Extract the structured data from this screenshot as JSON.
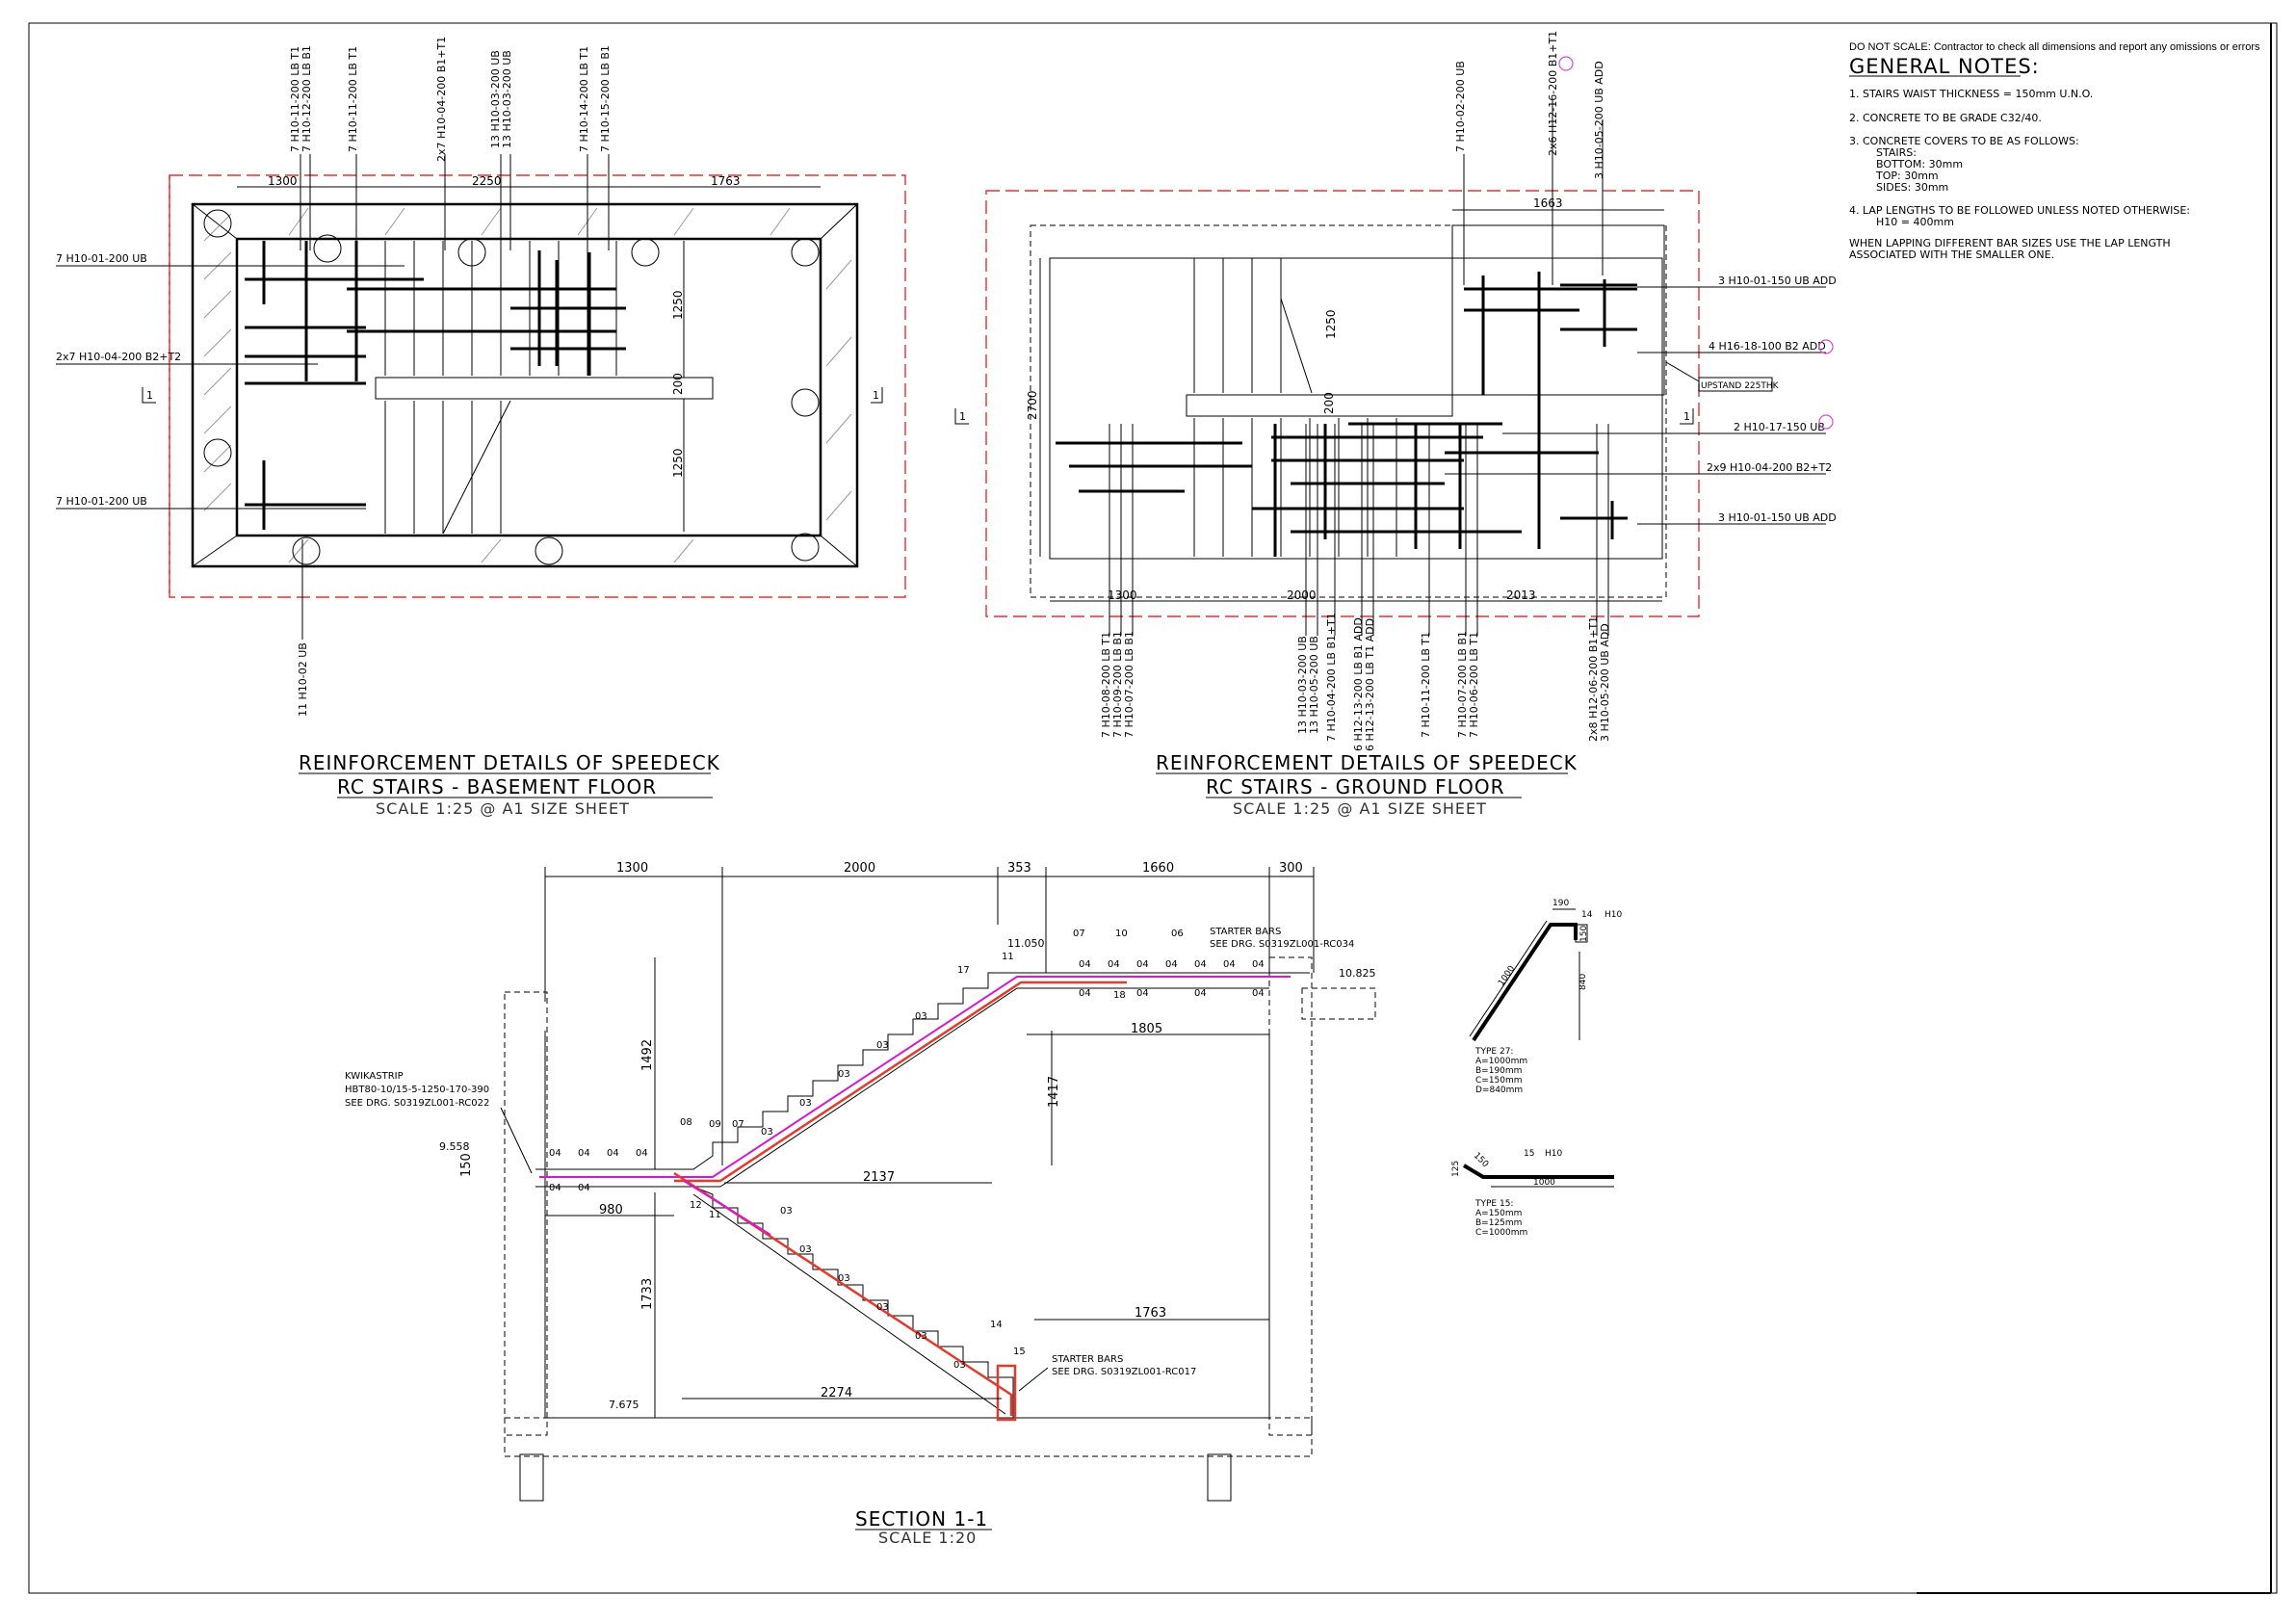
{
  "disclaimer": "DO NOT SCALE: Contractor to check all dimensions and report any omissions or errors",
  "general_notes": {
    "heading": "GENERAL NOTES:",
    "items": [
      "1. STAIRS WAIST THICKNESS   = 150mm U.N.O.",
      "2. CONCRETE TO BE GRADE C32/40.",
      "3. CONCRETE COVERS TO BE AS FOLLOWS:",
      "STAIRS:",
      "BOTTOM:  30mm",
      "TOP:     30mm",
      "SIDES:   30mm",
      "4. LAP LENGTHS TO BE FOLLOWED UNLESS NOTED OTHERWISE:",
      "H10 = 400mm",
      "WHEN LAPPING DIFFERENT BAR SIZES USE THE LAP LENGTH",
      "ASSOCIATED WITH THE SMALLER ONE."
    ]
  },
  "basement": {
    "title1": "REINFORCEMENT DETAILS OF SPEEDECK",
    "title2": "RC STAIRS - BASEMENT FLOOR",
    "scale": "SCALE 1:25 @ A1 SIZE SHEET",
    "top_labels": [
      "7 H10-11-200 LB T1",
      "7 H10-12-200 LB B1",
      "7 H10-11-200 LB T1",
      "2x7 H10-04-200 B1+T1",
      "13 H10-03-200 UB",
      "13 H10-03-200 UB",
      "7 H10-14-200 LB T1",
      "7 H10-15-200 LB B1"
    ],
    "left_labels": [
      "7 H10-01-200 UB",
      "2x7 H10-04-200 B2+T2",
      "7 H10-01-200 UB"
    ],
    "bottom_label": "11 H10-02 UB",
    "dims": [
      "1300",
      "2250",
      "1763",
      "1250",
      "200",
      "1250"
    ],
    "section_marker": "1"
  },
  "ground": {
    "title1": "REINFORCEMENT DETAILS OF SPEEDECK",
    "title2": "RC STAIRS - GROUND FLOOR",
    "scale": "SCALE 1:25 @ A1 SIZE SHEET",
    "top_labels": [
      "7 H10-02-200 UB",
      "2x6 H12-16-200 B1+T1",
      "3 H10-05-200 UB ADD"
    ],
    "right_labels": [
      "3 H10-01-150 UB ADD",
      "4 H16-18-100 B2 ADD",
      "UPSTAND 225THK",
      "2 H10-17-150 UB",
      "2x9 H10-04-200 B2+T2",
      "3 H10-01-150 UB ADD"
    ],
    "bottom_labels": [
      "7 H10-08-200 LB T1",
      "7 H10-09-200 LB B1",
      "7 H10-07-200 LB B1",
      "13 H10-03-200 UB",
      "13 H10-05-200 UB",
      "7 H10-04-200 LB B1+T1",
      "6 H12-13-200 LB B1 ADD",
      "6 H12-13-200 LB T1 ADD",
      "7 H10-11-200 LB T1",
      "7 H10-07-200 LB B1",
      "7 H10-06-200 LB T1",
      "2x8 H12-06-200 B1+T1",
      "3 H10-05-200 UB ADD"
    ],
    "dims": [
      "1663",
      "2700",
      "1250",
      "200",
      "1300",
      "2000",
      "2013"
    ],
    "section_marker": "1"
  },
  "section": {
    "title": "SECTION 1-1",
    "scale": "SCALE 1:20",
    "top_dims": [
      "1300",
      "2000",
      "353",
      "1660",
      "300"
    ],
    "dims": [
      "1492",
      "1417",
      "1805",
      "2137",
      "980",
      "1733",
      "2274",
      "1763",
      "150"
    ],
    "levels": [
      "11.050",
      "10.825",
      "9.558",
      "7.675"
    ],
    "kwikastrip": [
      "KWIKASTRIP",
      "HBT80-10/15-5-1250-170-390",
      "SEE DRG. S0319ZL001-RC022"
    ],
    "starter_top": [
      "STARTER BARS",
      "SEE DRG. S0319ZL001-RC034"
    ],
    "starter_bottom": [
      "STARTER BARS",
      "SEE DRG. S0319ZL001-RC017"
    ],
    "bar_marks": [
      "04",
      "03",
      "07",
      "10",
      "06",
      "11",
      "12",
      "08",
      "09",
      "14",
      "15",
      "17",
      "18"
    ]
  },
  "bar_types": {
    "type27": {
      "label": "TYPE 27:",
      "values": [
        "A=1000mm",
        "B=190mm",
        "C=150mm",
        "D=840mm"
      ],
      "dims": [
        "190",
        "14",
        "H10",
        "150",
        "1000",
        "840"
      ]
    },
    "type15": {
      "label": "TYPE 15:",
      "values": [
        "A=150mm",
        "B=125mm",
        "C=1000mm"
      ],
      "dims": [
        "15",
        "H10",
        "125",
        "150",
        "1000"
      ]
    }
  }
}
